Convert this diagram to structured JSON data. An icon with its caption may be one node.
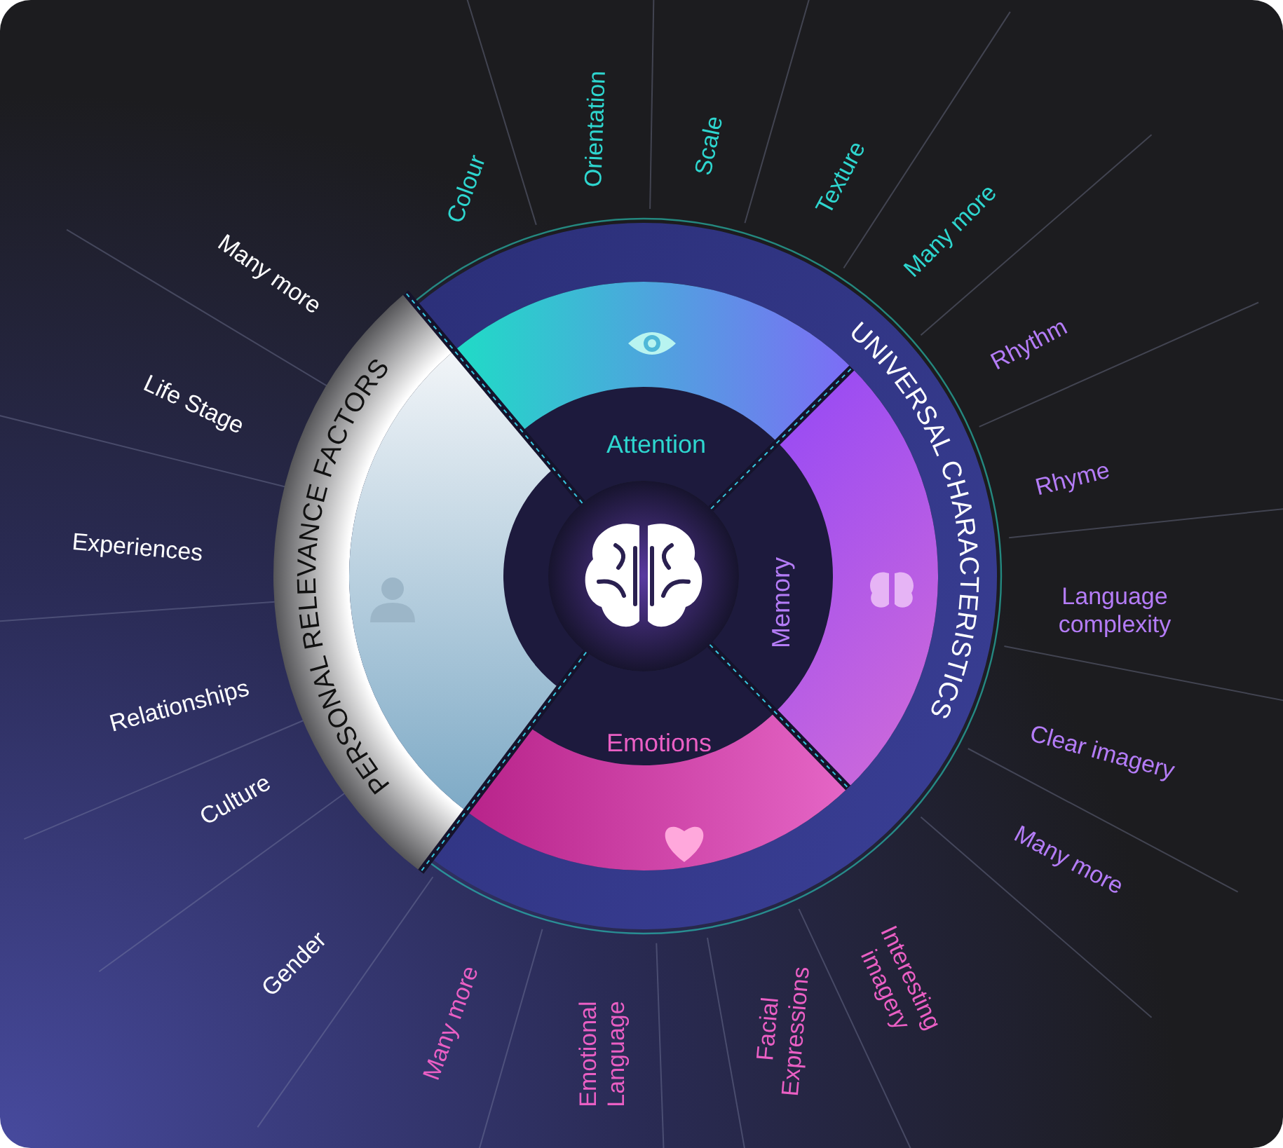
{
  "diagram": {
    "nodes": [
      {
        "text": [],
        "shape": "picture"
      },
      {
        "text": [
          "Attention"
        ]
      },
      {
        "text": [
          "Memory"
        ]
      },
      {
        "text": [
          "Emotions"
        ]
      },
      {
        "text": [],
        "shape": "band"
      },
      {
        "text": [],
        "shape": "band"
      },
      {
        "text": [],
        "shape": "band"
      },
      {
        "text": [],
        "shape": "band"
      }
    ],
    "edges": [],
    "labels": [
      "UNIVERSAL CHARACTERISTICS",
      "PERSONAL RELEVANCE FACTORS",
      "Colour",
      "Orientation",
      "Scale",
      "Texture",
      "Many more",
      "Rhythm",
      "Rhyme",
      "Language complexity",
      "Clear imagery",
      "Many more",
      "Interesting imagery",
      "Facial Expressions",
      "Emotional Language",
      "Many more",
      "Gender",
      "Culture",
      "Relationships",
      "Experiences",
      "Life Stage",
      "Many more"
    ]
  }
}
